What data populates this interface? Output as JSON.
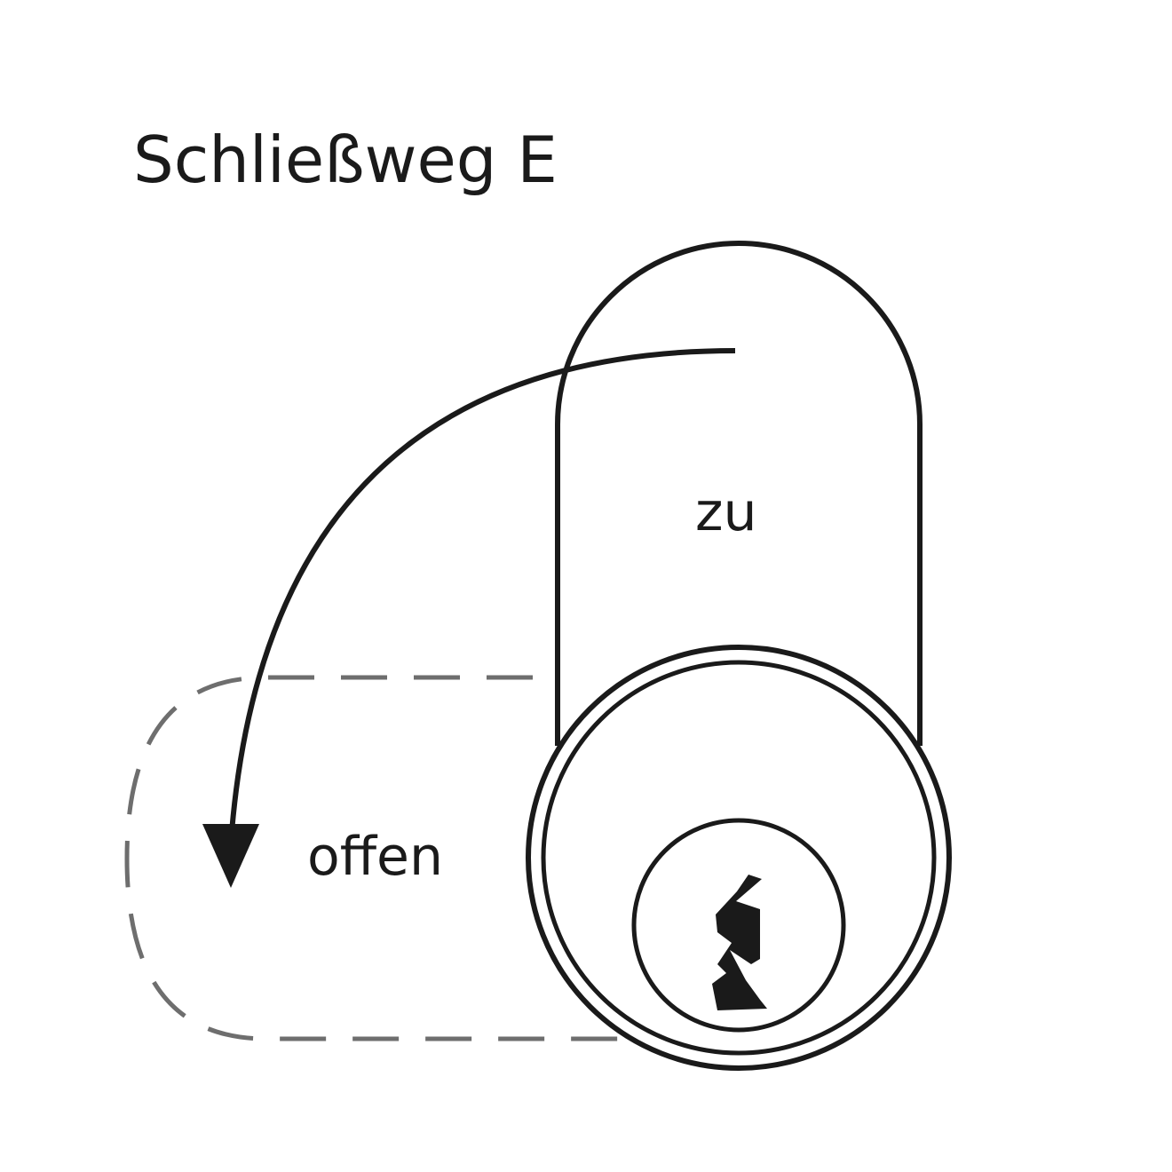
{
  "title": "Schließweg E",
  "labels": {
    "closed": "zu",
    "open": "offen"
  },
  "colors": {
    "stroke": "#1a1a1a",
    "dashed": "#6e6e6e",
    "background": "#ffffff"
  }
}
